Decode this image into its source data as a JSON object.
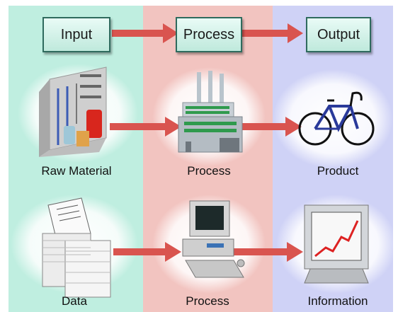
{
  "headers": {
    "input": "Input",
    "process": "Process",
    "output": "Output"
  },
  "row1": {
    "left_label": "Raw Material",
    "mid_label": "Process",
    "right_label": "Product"
  },
  "row2": {
    "left_label": "Data",
    "mid_label": "Process",
    "right_label": "Information"
  },
  "colors": {
    "input_column": "#bfeee0",
    "process_column": "#f2c4c0",
    "output_column": "#cfd2f6",
    "arrow": "#d9544f",
    "header_border": "#2f6b5e"
  },
  "icons": [
    "warehouse-icon",
    "factory-icon",
    "bicycle-icon",
    "documents-icon",
    "computer-icon",
    "monitor-chart-icon"
  ]
}
